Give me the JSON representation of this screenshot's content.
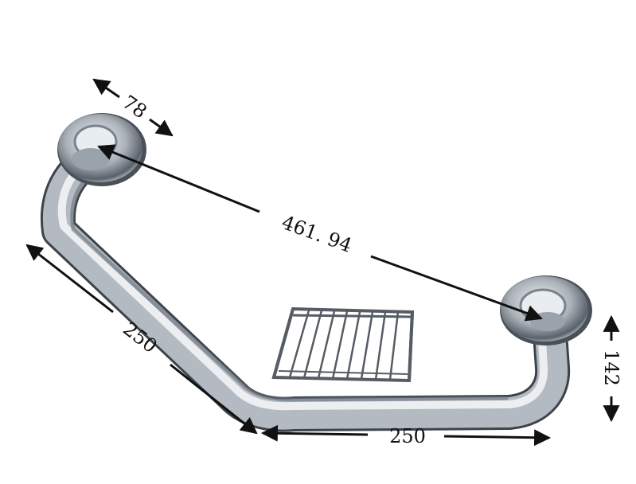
{
  "dimensions": {
    "flange_diameter": "78",
    "diagonal_span": "461. 94",
    "left_leg": "250",
    "bottom_leg": "250",
    "height": "142"
  },
  "colors": {
    "background": "#ffffff",
    "dimension_line": "#111111",
    "steel_light": "#f4f6f8",
    "steel_mid": "#b9c0c8",
    "steel_dark": "#4a5058"
  }
}
